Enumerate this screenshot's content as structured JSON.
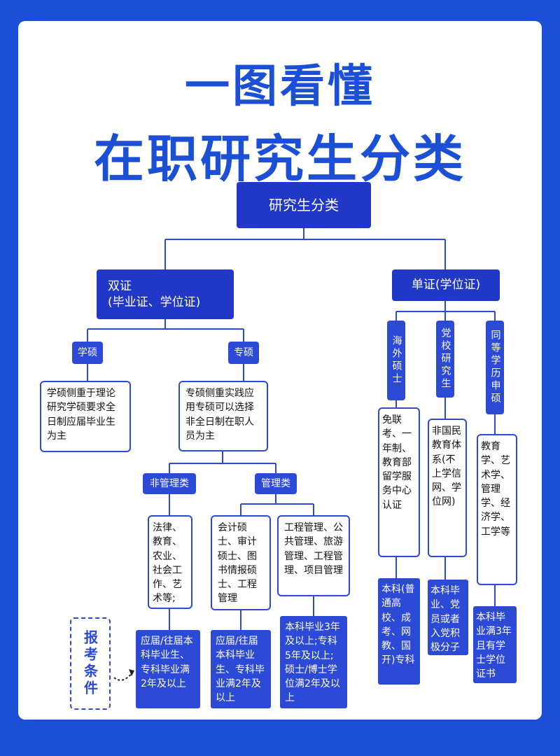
{
  "title_line1": "一图看懂",
  "title_line2": "在职研究生分类",
  "root": "研究生分类",
  "dual": {
    "line1": "双证",
    "line2": "(毕业证、学位证)"
  },
  "single": "单证(学位证)",
  "academic": {
    "label": "学硕",
    "desc": "学硕侧重于理论研究学硕要求全日制应届毕业生为主"
  },
  "professional": {
    "label": "专硕",
    "desc": "专硕侧重实践应用专硕可以选择非全日制在职人员为主"
  },
  "non_mgmt": {
    "label": "非管理类",
    "desc": "法律、教育、农业、社会工作、艺术等;",
    "req": "应届/往届本科毕业生、专科毕业满2年及以上"
  },
  "mgmt": {
    "label": "管理类",
    "group_a": {
      "desc": "会计硕士、审计硕士、图书情报硕士、工程管理",
      "req": "应届/往届本科毕业生、专科毕业满2年及以上"
    },
    "group_b": {
      "desc": "工程管理、公共管理、旅游管理、工程管理、项目管理",
      "req": "本科毕业3年及以上;专科5年及以上;硕士/博士学位满2年及以上"
    }
  },
  "overseas": {
    "label": "海外硕士",
    "desc": "免联考、一年制、教育部留学服务中心认证",
    "req": "本科(普通高校、成考、网教、国开)专科"
  },
  "party": {
    "label": "党校研究生",
    "desc": "非国民教育体系(不上学信网、学位网)",
    "req": "本科毕业、党员或者入党积极分子"
  },
  "equal": {
    "label": "同等学历申硕",
    "desc": "教育学、艺术学、管理学、经济学、工学等",
    "req": "本科毕业满3年且有学士学位证书"
  },
  "conditions_label": "报考条件",
  "colors": {
    "brand": "#1a4fd6",
    "node": "#2c4ad6",
    "line": "#2c4ad6"
  }
}
